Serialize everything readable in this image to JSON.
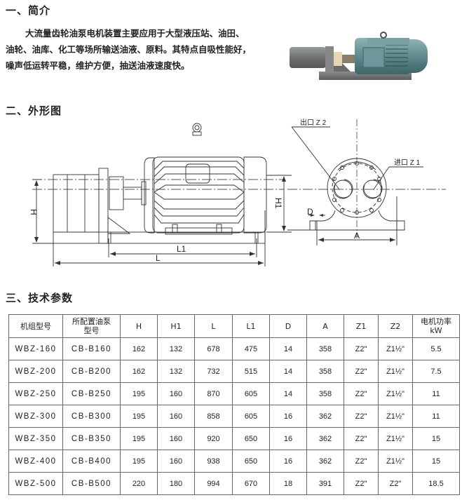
{
  "sections": {
    "intro_title": "一、简介",
    "outline_title": "二、外形图",
    "params_title": "三、技术参数"
  },
  "intro": {
    "line1": "大流量齿轮油泵电机装置主要应用于大型液压站、油田、",
    "line2": "油轮、油库、化工等场所输送油液、原料。其特点自吸性能好，",
    "line3": "噪声低运转平稳，维护方便，抽送油液速度快。"
  },
  "photo": {
    "alt": "gear-oil-pump-motor-unit-photo",
    "motor_color": "#5f8a8e",
    "pump_color": "#7d8080"
  },
  "diagram": {
    "labels": {
      "H": "H",
      "H1_side": "H1",
      "L1": "L1",
      "L": "L",
      "H1_front": "H1",
      "D": "D",
      "A": "A",
      "outlet": "出口 Z 2",
      "inlet": "进口 Z 1"
    }
  },
  "table": {
    "headers": [
      "机组型号",
      "所配置油泵\n型号",
      "H",
      "H1",
      "L",
      "L1",
      "D",
      "A",
      "Z1",
      "Z2",
      "电机功率\nkW"
    ],
    "header_lines": {
      "pump_1": "所配置油泵",
      "pump_2": "型号",
      "power_1": "电机功率",
      "power_2": "kW"
    },
    "rows": [
      [
        "WBZ-160",
        "CB-B160",
        "162",
        "132",
        "678",
        "475",
        "14",
        "358",
        "Z2\"",
        "Z1½\"",
        "5.5"
      ],
      [
        "WBZ-200",
        "CB-B200",
        "162",
        "132",
        "732",
        "515",
        "14",
        "358",
        "Z2\"",
        "Z1½\"",
        "7.5"
      ],
      [
        "WBZ-250",
        "CB-B250",
        "195",
        "160",
        "870",
        "605",
        "14",
        "358",
        "Z2\"",
        "Z1½\"",
        "11"
      ],
      [
        "WBZ-300",
        "CB-B300",
        "195",
        "160",
        "858",
        "605",
        "16",
        "362",
        "Z2\"",
        "Z1½\"",
        "11"
      ],
      [
        "WBZ-350",
        "CB-B350",
        "195",
        "160",
        "920",
        "650",
        "16",
        "362",
        "Z2\"",
        "Z1½\"",
        "15"
      ],
      [
        "WBZ-400",
        "CB-B400",
        "195",
        "160",
        "938",
        "650",
        "16",
        "362",
        "Z2\"",
        "Z1½\"",
        "15"
      ],
      [
        "WBZ-500",
        "CB-B500",
        "220",
        "180",
        "994",
        "670",
        "18",
        "391",
        "Z2\"",
        "Z2\"",
        "18.5"
      ]
    ]
  }
}
